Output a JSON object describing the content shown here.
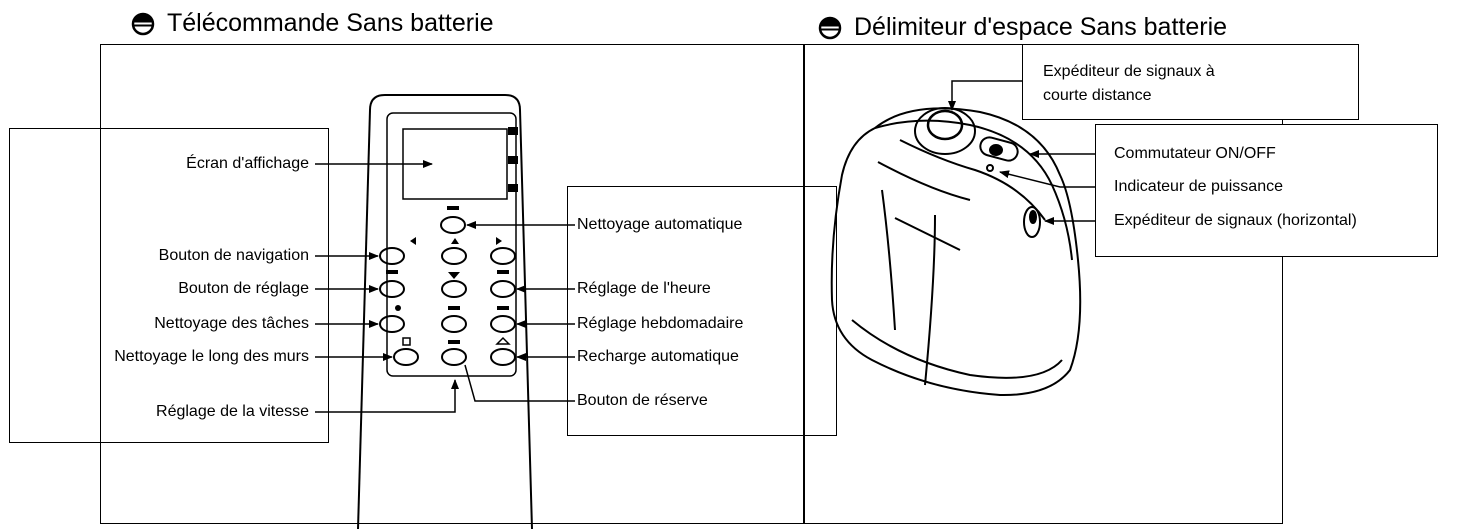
{
  "remote": {
    "title": "Télécommande Sans batterie",
    "labels_left": [
      "Écran d'affichage",
      "Bouton de navigation",
      "Bouton de réglage",
      "Nettoyage des tâches",
      "Nettoyage le long des murs",
      "Réglage de la vitesse"
    ],
    "labels_right": [
      "Nettoyage automatique",
      "Réglage de l'heure",
      "Réglage hebdomadaire",
      "Recharge automatique",
      "Bouton de réserve"
    ]
  },
  "delimiter": {
    "title": "Délimiteur d'espace Sans batterie",
    "label_top": "Expéditeur de signaux à courte distance",
    "label_top_line1": "Expéditeur de signaux à",
    "label_top_line2": "courte distance",
    "labels_right": [
      "Commutateur ON/OFF",
      "Indicateur de puissance",
      "Expéditeur de signaux (horizontal)"
    ]
  }
}
